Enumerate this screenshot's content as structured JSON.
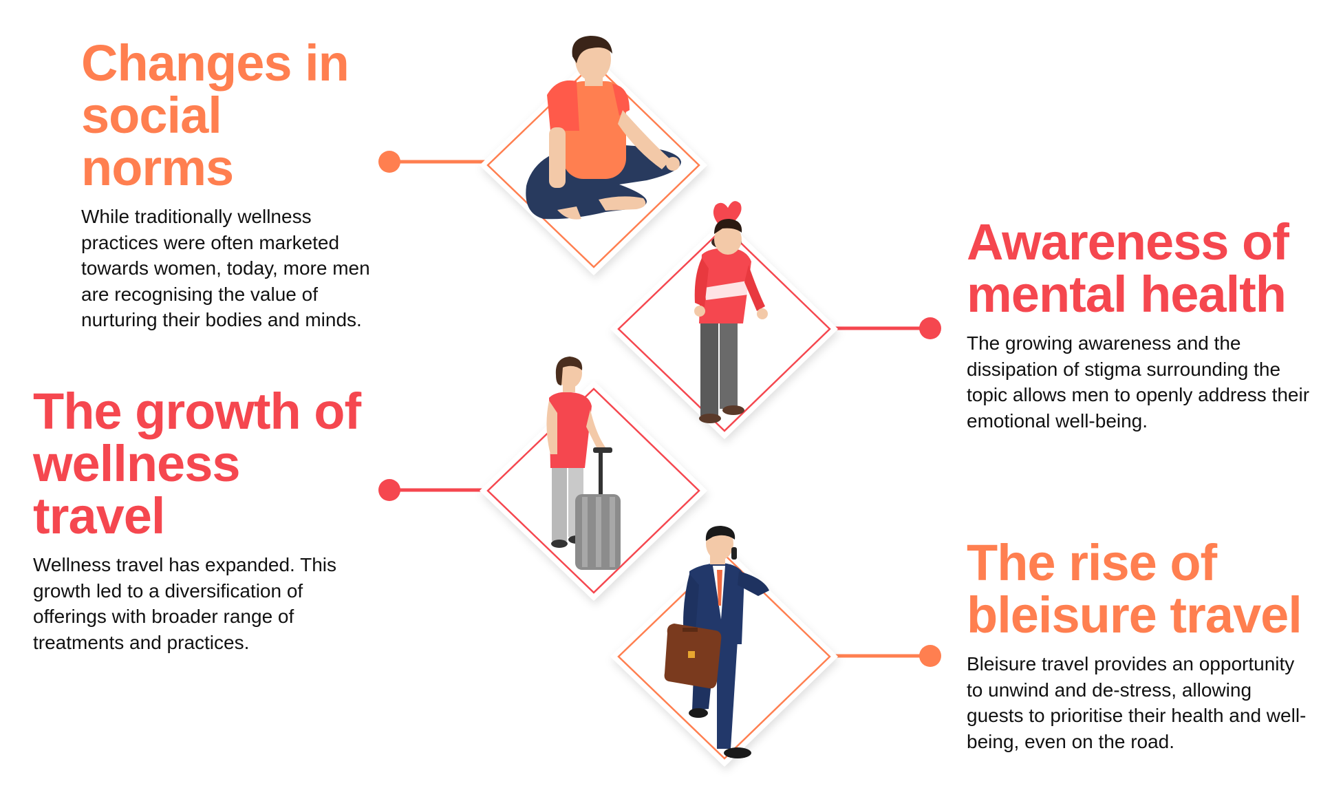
{
  "colors": {
    "orange": "#ff7f50",
    "red": "#f5474f"
  },
  "items": [
    {
      "title_line1": "Changes in",
      "title_line2": "social norms",
      "body": "While traditionally wellness practices were often marketed towards women, today, more men are recognising the value of nurturing their bodies and minds.",
      "color": "#ff7f50",
      "icon": "meditating-man-icon"
    },
    {
      "title_line1": "Awareness of",
      "title_line2": "mental health",
      "body": "The growing awareness and the dissipation of stigma surrounding the topic allows men to openly address their emotional well-being.",
      "color": "#f5474f",
      "icon": "man-with-heart-icon"
    },
    {
      "title_line1": "The growth of",
      "title_line2": "wellness travel",
      "body": "Wellness travel has expanded. This growth led to a diversification of offerings with broader range of treatments and practices.",
      "color": "#f5474f",
      "icon": "woman-with-suitcase-icon"
    },
    {
      "title_line1": "The rise of",
      "title_line2": "bleisure travel",
      "body": "Bleisure travel provides an opportunity to unwind and de-stress, allowing guests to prioritise their health and well-being, even on the road.",
      "color": "#ff7f50",
      "icon": "businessman-on-phone-icon"
    }
  ]
}
